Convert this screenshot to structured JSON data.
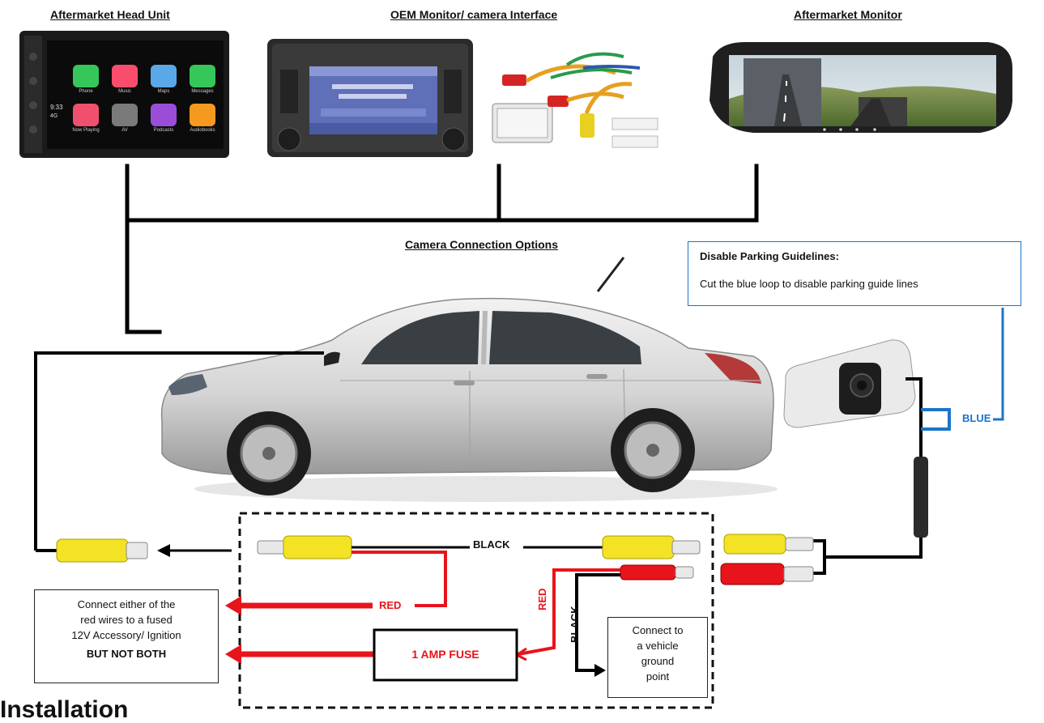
{
  "headers": {
    "head_unit": "Aftermarket Head Unit",
    "oem_interface": "OEM Monitor/ camera Interface",
    "aftermarket_monitor": "Aftermarket Monitor",
    "camera_options": "Camera Connection Options"
  },
  "head_unit_screen": {
    "apps": [
      "Phone",
      "Music",
      "Maps",
      "Messages",
      "Now Playing",
      "AV",
      "Podcasts",
      "Audiobooks"
    ],
    "clock": "9:33",
    "network": "4G"
  },
  "guidelines_box": {
    "title": "Disable Parking Guidelines:",
    "text": "Cut the blue loop to disable parking guide lines"
  },
  "wire_labels": {
    "blue": "BLUE",
    "black_top": "BLACK",
    "red": "RED",
    "red_vertical": "RED",
    "black_vertical": "BLACK"
  },
  "fuse_label": "1 AMP FUSE",
  "power_box": {
    "lines": [
      "Connect either of the",
      "red wires to a fused",
      "12V Accessory/ Ignition"
    ],
    "warning": "BUT NOT BOTH"
  },
  "ground_box": {
    "lines": [
      "Connect to",
      "a vehicle",
      "ground",
      "point"
    ]
  },
  "footer_heading": "Installation",
  "colors": {
    "red_wire": "#e8141b",
    "blue_wire": "#1a75c8",
    "black_wire": "#000000",
    "yellow_rca": "#f4e325"
  }
}
